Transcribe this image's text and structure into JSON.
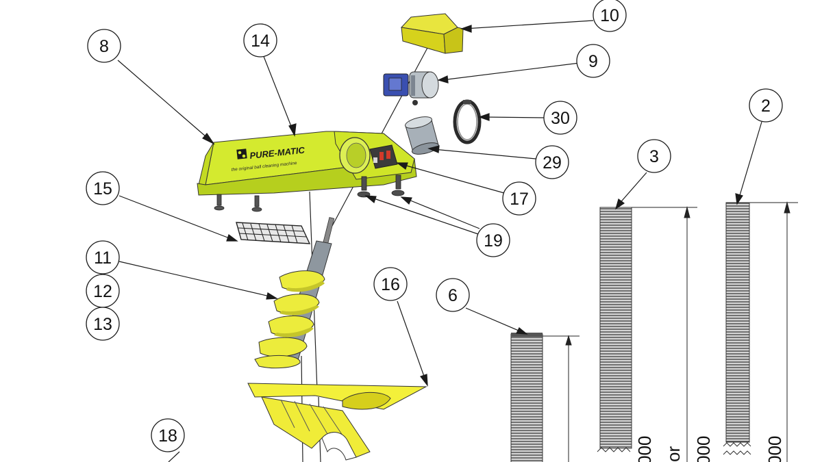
{
  "brand": {
    "name": "PURE-MATIC",
    "tagline": "the original ball cleaning machine"
  },
  "callouts": [
    {
      "id": "c8",
      "label": "8"
    },
    {
      "id": "c14",
      "label": "14"
    },
    {
      "id": "c10",
      "label": "10"
    },
    {
      "id": "c9",
      "label": "9"
    },
    {
      "id": "c30",
      "label": "30"
    },
    {
      "id": "c29",
      "label": "29"
    },
    {
      "id": "c17",
      "label": "17"
    },
    {
      "id": "c19",
      "label": "19"
    },
    {
      "id": "c15",
      "label": "15"
    },
    {
      "id": "c11",
      "label": "11"
    },
    {
      "id": "c12",
      "label": "12"
    },
    {
      "id": "c13",
      "label": "13"
    },
    {
      "id": "c16",
      "label": "16"
    },
    {
      "id": "c6",
      "label": "6"
    },
    {
      "id": "c3",
      "label": "3"
    },
    {
      "id": "c2",
      "label": "2"
    },
    {
      "id": "c18",
      "label": "18"
    }
  ],
  "dimension_labels": {
    "tube6": "",
    "tube3a": "000",
    "tube3b": "or",
    "tube3c": "000",
    "tube2": "000"
  },
  "colors": {
    "machine_yellow": "#d4ea2f",
    "machine_yellow_dark": "#aac21c",
    "hopper_yellow": "#f3f03a",
    "hopper_yellow_dark": "#d6cf1c",
    "auger_yellow": "#ecec3c",
    "gray_metal": "#9aa3ab",
    "motor_blue": "#3a4fb0",
    "line": "#1a1a1a"
  }
}
